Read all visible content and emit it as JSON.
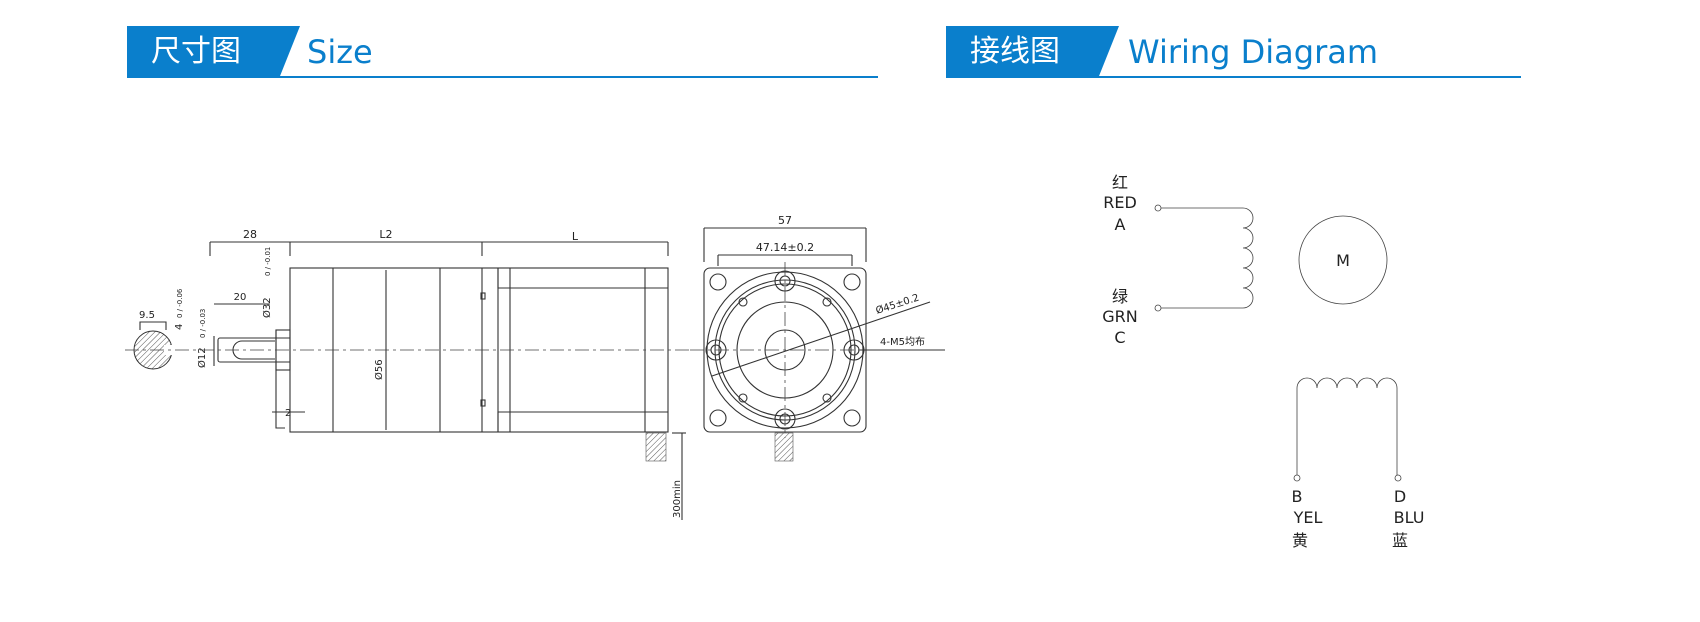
{
  "size_section": {
    "title_cn": "尺寸图",
    "title_en": "Size"
  },
  "wiring_section": {
    "title_cn": "接线图",
    "title_en": "Wiring Diagram"
  },
  "side_view": {
    "dim_28": "28",
    "dim_L2": "L2",
    "dim_L": "L",
    "dim_9_5": "9.5",
    "dim_key": "4",
    "dim_key_tol": "0 / -0.06",
    "dim_20": "20",
    "dim_shaft": "Ø12",
    "dim_shaft_tol": "0 / -0.03",
    "dim_pilot": "Ø32",
    "dim_pilot_tol": "0 / -0.01",
    "dim_2": "2",
    "dim_body": "Ø56",
    "dim_lead": "300min"
  },
  "front_view": {
    "dim_57": "57",
    "dim_hole_spacing": "47.14±0.2",
    "dim_pcd": "Ø45±0.2",
    "dim_holes": "4-M5均布"
  },
  "wiring": {
    "phase_a": {
      "cn": "红",
      "color": "RED",
      "letter": "A"
    },
    "phase_c": {
      "cn": "绿",
      "color": "GRN",
      "letter": "C"
    },
    "phase_b": {
      "cn": "黄",
      "color": "YEL",
      "letter": "B"
    },
    "phase_d": {
      "cn": "蓝",
      "color": "BLU",
      "letter": "D"
    },
    "motor_label": "M"
  },
  "colors": {
    "accent": "#0a7fcc"
  }
}
